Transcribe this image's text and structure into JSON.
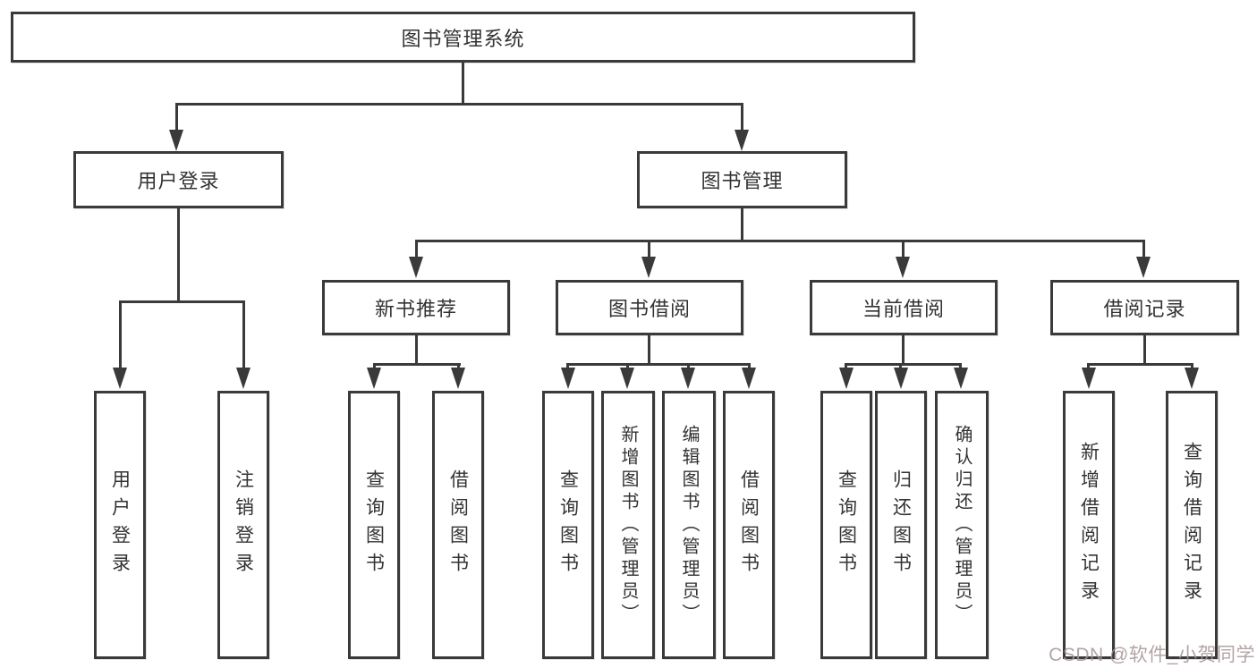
{
  "diagram_title": "图书管理系统",
  "tree": {
    "root": {
      "label": "图书管理系统",
      "children": [
        {
          "label": "用户登录",
          "leaves": [
            "用户登录",
            "注销登录"
          ]
        },
        {
          "label": "图书管理",
          "groups": [
            {
              "label": "新书推荐",
              "leaves": [
                "查询图书",
                "借阅图书"
              ]
            },
            {
              "label": "图书借阅",
              "leaves": [
                "查询图书",
                "新增图书（管理员）",
                "编辑图书（管理员）",
                "借阅图书"
              ]
            },
            {
              "label": "当前借阅",
              "leaves": [
                "查询图书",
                "归还图书",
                "确认归还（管理员）"
              ]
            },
            {
              "label": "借阅记录",
              "leaves": [
                "新增借阅记录",
                "查询借阅记录"
              ]
            }
          ]
        }
      ]
    }
  },
  "watermark": "CSDN @软件_小贺同学",
  "colors": {
    "line": "#3a3a3a",
    "box_border": "#3a3a3a",
    "text": "#333333",
    "background": "#ffffff",
    "watermark_text": "#a69494"
  }
}
